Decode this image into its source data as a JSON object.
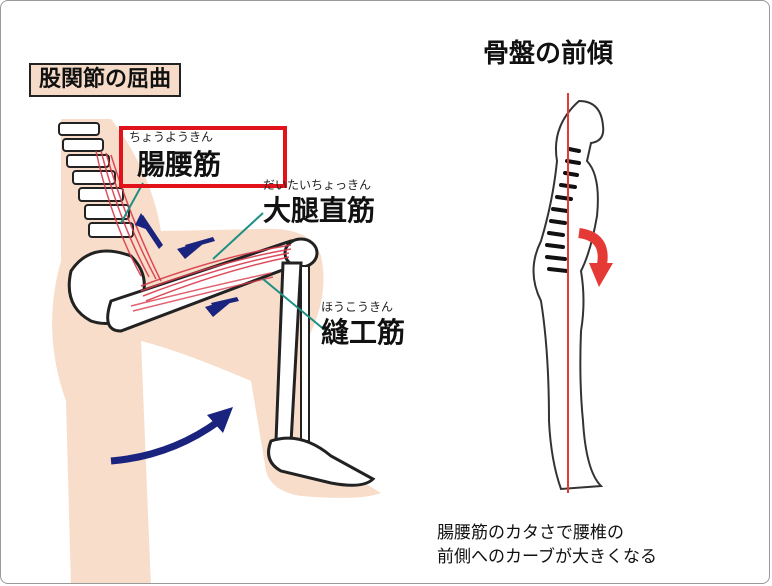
{
  "diagram": {
    "left_title": "股関節の屈曲",
    "right_title": "骨盤の前傾",
    "muscles": [
      {
        "ruby": "ちょうようきん",
        "name": "腸腰筋"
      },
      {
        "ruby": "だいたいちょっきん",
        "name": "大腿直筋"
      },
      {
        "ruby": "ほうこうきん",
        "name": "縫工筋"
      }
    ],
    "caption_lines": [
      "腸腰筋のカタさで腰椎の",
      "前側へのカーブが大きくなる"
    ]
  },
  "colors": {
    "skin": "#f6d9c4",
    "highlight_box": "#e2121b",
    "arrows_blue": "#1a237e",
    "muscle_red": "#d93a4a",
    "pointer_teal": "#1f8f84",
    "posture_line": "#e53935",
    "posture_arrow": "#e53935"
  }
}
